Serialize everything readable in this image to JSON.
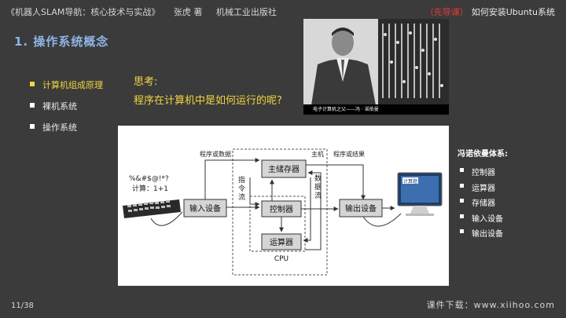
{
  "header": {
    "book_title": "《机器人SLAM导航：核心技术与实战》",
    "author": "张虎 著",
    "publisher": "机械工业出版社",
    "tag": "（先导课）",
    "lesson": "如何安装Ubuntu系统"
  },
  "slide_title": "1. 操作系统概念",
  "menu": [
    {
      "label": "计算机组成原理",
      "active": true
    },
    {
      "label": "裸机系统",
      "active": false
    },
    {
      "label": "操作系统",
      "active": false
    }
  ],
  "think": {
    "heading": "思考:",
    "question": "程序在计算机中是如何运行的呢?"
  },
  "photo": {
    "caption": "电子计算机之父——冯 · 诺依曼"
  },
  "diagram": {
    "input_text_1": "%&#$@!*?",
    "input_text_2": "计算：1+1",
    "input_device": "输入设备",
    "output_device": "输出设备",
    "memory": "主储存器",
    "control": "控制器",
    "alu": "运算器",
    "cpu": "CPU",
    "program_or_data": "程序或数据",
    "host": "主机",
    "program_or_result": "程序或结果",
    "instruction_flow": "指令流",
    "data_flow": "数据流",
    "monitor_text": "计算题"
  },
  "von_neumann": {
    "title": "冯诺依曼体系:",
    "items": [
      "控制器",
      "运算器",
      "存储器",
      "输入设备",
      "输出设备"
    ]
  },
  "footer": {
    "page": "11/38",
    "download": "课件下载：www.xiihoo.com"
  },
  "colors": {
    "background": "#3b3b3b",
    "title_blue": "#8fb4e6",
    "highlight_yellow": "#f2d640",
    "tag_red": "#e53935"
  }
}
